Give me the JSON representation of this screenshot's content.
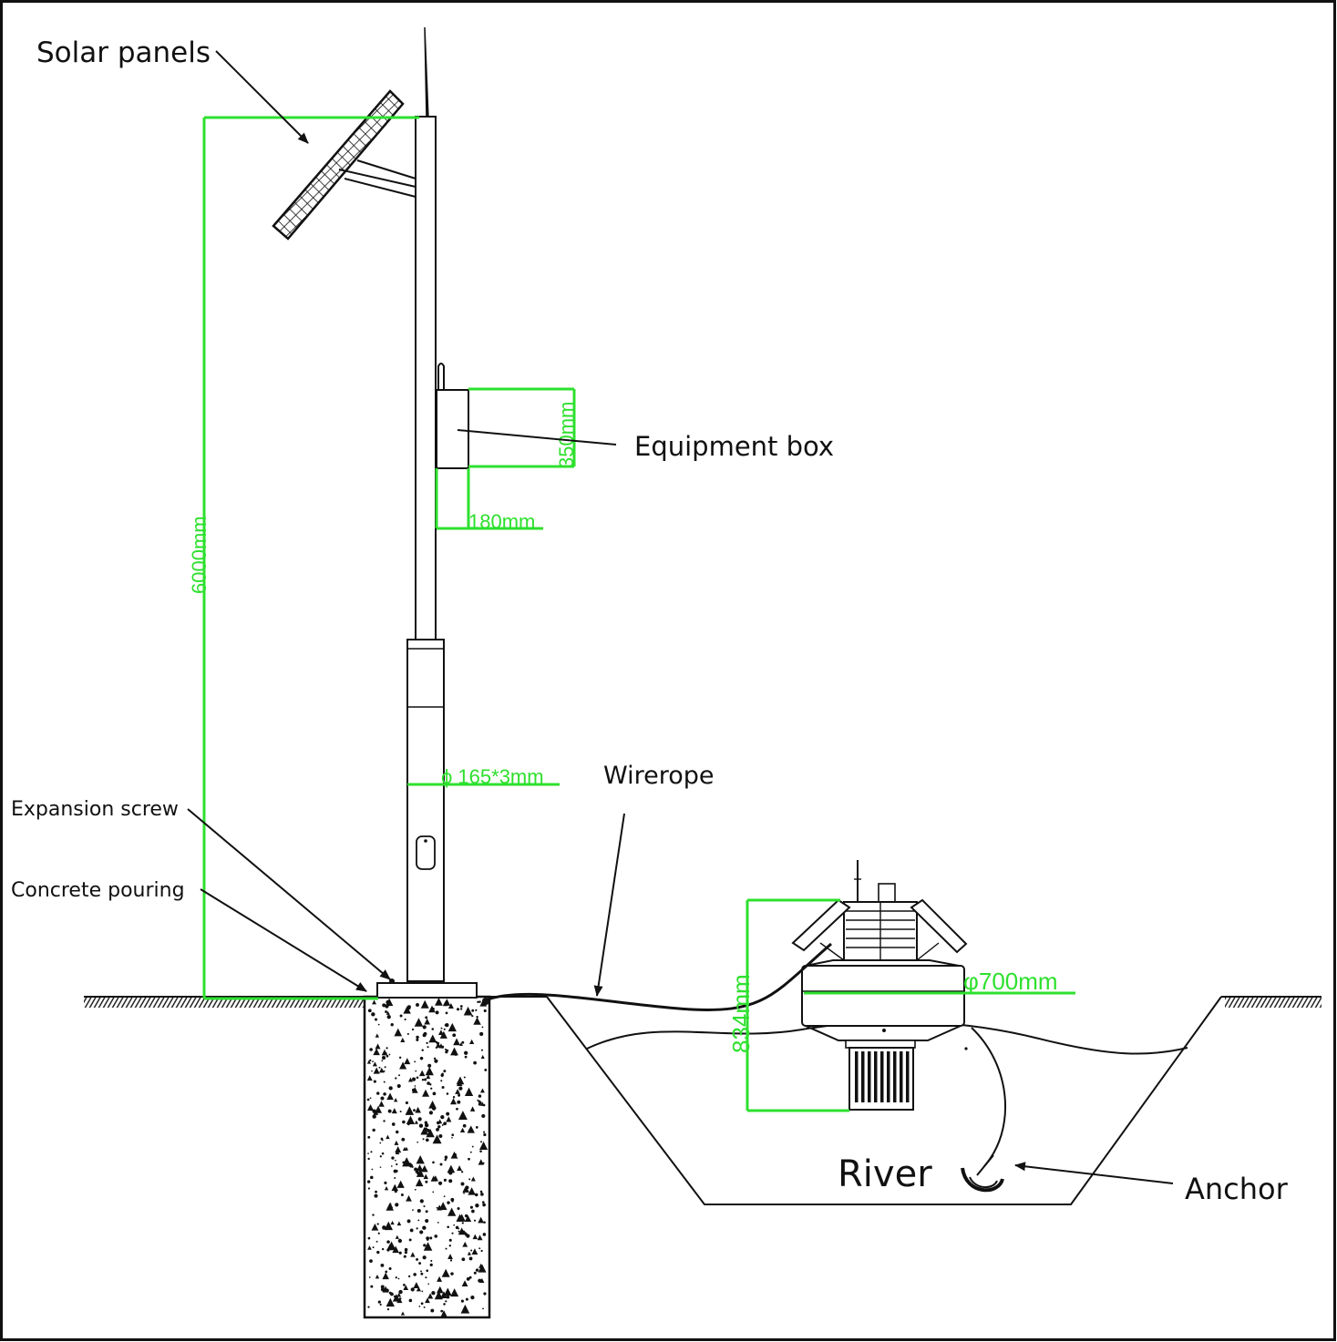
{
  "labels": {
    "solar_panels": "Solar panels",
    "equipment_box": "Equipment box",
    "wirerope": "Wirerope",
    "expansion_screw": "Expansion screw",
    "concrete_pouring": "Concrete pouring",
    "river": "River",
    "anchor": "Anchor"
  },
  "dimensions": {
    "pole_height": "6000mm",
    "box_height": "350mm",
    "box_width": "180mm",
    "pole_diameter": "ϕ 165*3mm",
    "buoy_diameter": "φ700mm",
    "buoy_height": "834mm"
  },
  "colors": {
    "dimension_line": "#2ee02e",
    "drawing_line": "#111111"
  }
}
